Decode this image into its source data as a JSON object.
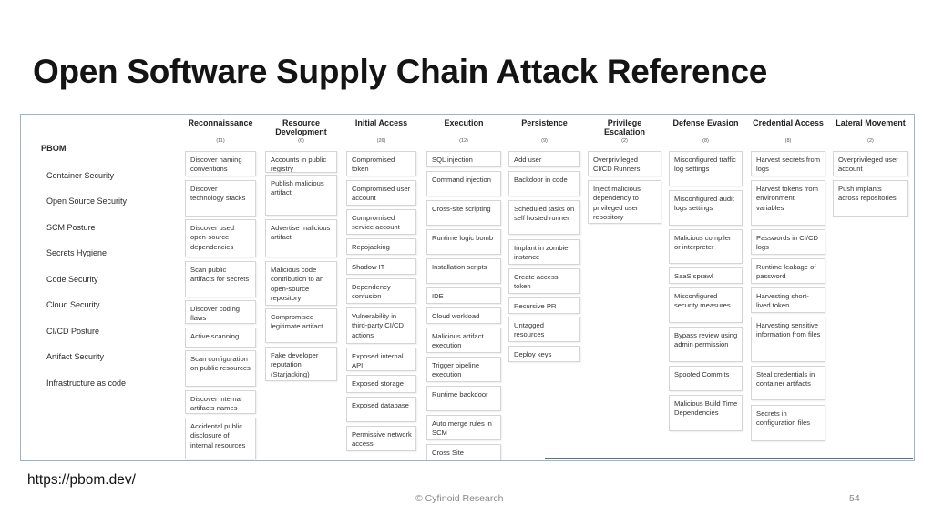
{
  "title": "Open Software Supply Chain Attack Reference",
  "sidebar": {
    "heading": "PBOM",
    "items": [
      "Container Security",
      "Open Source Security",
      "SCM Posture",
      "Secrets Hygiene",
      "Code Security",
      "Cloud Security",
      "CI/CD Posture",
      "Artifact Security",
      "Infrastructure as code"
    ]
  },
  "columns": [
    {
      "name": "Reconnaissance",
      "count": "(11)",
      "techniques": [
        "Discover naming conventions",
        "Discover technology stacks",
        "Discover used open-source dependencies",
        "Scan public artifacts for secrets",
        "Discover coding flaws",
        "Active scanning",
        "Scan configuration on public resources",
        "Discover internal artifacts names",
        "Accidental public disclosure of internal resources"
      ]
    },
    {
      "name": "Resource Development",
      "count": "(6)",
      "techniques": [
        "Accounts in public registry",
        "Publish malicious artifact",
        "Advertise malicious artifact",
        "Malicious code contribution to an open-source repository",
        "Compromised legitimate artifact",
        "Fake developer reputation (Starjacking)"
      ]
    },
    {
      "name": "Initial Access",
      "count": "(26)",
      "techniques": [
        "Compromised token",
        "Compromised user account",
        "Compromised service account",
        "Repojacking",
        "Shadow IT",
        "Dependency confusion",
        "Vulnerability in third-party CI/CD actions",
        "Exposed internal API",
        "Exposed storage",
        "Exposed database",
        "Permissive network access"
      ]
    },
    {
      "name": "Execution",
      "count": "(12)",
      "techniques": [
        "SQL injection",
        "Command injection",
        "Cross-site scripting",
        "Runtime logic bomb",
        "Installation scripts",
        "IDE",
        "Cloud workload",
        "Malicious artifact execution",
        "Trigger pipeline execution",
        "Runtime backdoor",
        "Auto merge rules in SCM",
        "Cross Site"
      ]
    },
    {
      "name": "Persistence",
      "count": "(9)",
      "techniques": [
        "Add user",
        "Backdoor in code",
        "Scheduled tasks on self hosted runner",
        "Implant in zombie instance",
        "Create access token",
        "Recursive PR",
        "Untagged resources",
        "Deploy keys"
      ]
    },
    {
      "name": "Privilege Escalation",
      "count": "(2)",
      "techniques": [
        "Overprivileged CI/CD Runners",
        "Inject malicious dependency to privileged user repository"
      ]
    },
    {
      "name": "Defense Evasion",
      "count": "(8)",
      "techniques": [
        "Misconfigured traffic log settings",
        "Misconfigured audit logs settings",
        "Malicious compiler or interpreter",
        "SaaS sprawl",
        "Misconfigured security measures",
        "Bypass review using admin permission",
        "Spoofed Commits",
        "Malicious Build Time Dependencies"
      ]
    },
    {
      "name": "Credential Access",
      "count": "(8)",
      "techniques": [
        "Harvest secrets from logs",
        "Harvest tokens from environment variables",
        "Passwords in CI/CD logs",
        "Runtime leakage of password",
        "Harvesting short-lived token",
        "Harvesting sensitive information from files",
        "Steal credentials in container artifacts",
        "Secrets in configuration files"
      ]
    },
    {
      "name": "Lateral Movement",
      "count": "(2)",
      "techniques": [
        "Overprivileged user account",
        "Push implants across repositories"
      ]
    }
  ],
  "url": "https://pbom.dev/",
  "footer": "© Cyfinoid Research",
  "page_number": "54"
}
